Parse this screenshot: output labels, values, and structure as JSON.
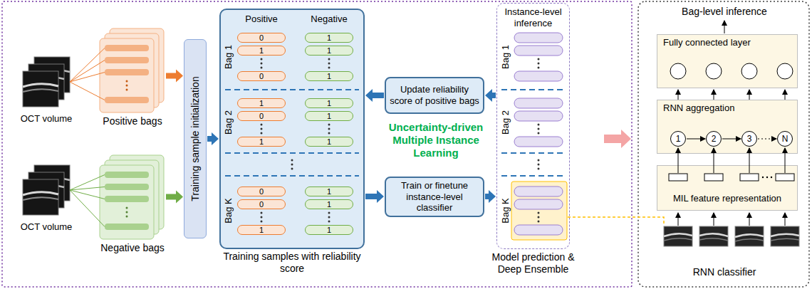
{
  "diagram": {
    "nodes": [
      {
        "text": [
          "Positive bags"
        ]
      },
      {
        "text": [
          "Negative bags"
        ]
      },
      {
        "text": [
          "Training sample initialization"
        ]
      },
      {
        "text": [
          "Training samples with reliability score"
        ]
      },
      {
        "text": [
          "0"
        ],
        "in": 3
      },
      {
        "text": [
          "1"
        ],
        "in": 3
      },
      {
        "text": [
          "0"
        ],
        "in": 3
      },
      {
        "text": [
          "1"
        ],
        "in": 3
      },
      {
        "text": [
          "1"
        ],
        "in": 3
      },
      {
        "text": [
          "1"
        ],
        "in": 3
      },
      {
        "text": [
          "1"
        ],
        "in": 3
      },
      {
        "text": [
          "0"
        ],
        "in": 3
      },
      {
        "text": [
          "1"
        ],
        "in": 3
      },
      {
        "text": [
          "1"
        ],
        "in": 3
      },
      {
        "text": [
          "1"
        ],
        "in": 3
      },
      {
        "text": [
          "1"
        ],
        "in": 3
      },
      {
        "text": [
          "0"
        ],
        "in": 3
      },
      {
        "text": [
          "0"
        ],
        "in": 3
      },
      {
        "text": [
          "1"
        ],
        "in": 3
      },
      {
        "text": [
          "1"
        ],
        "in": 3
      },
      {
        "text": [
          "1"
        ],
        "in": 3
      },
      {
        "text": [
          "1"
        ],
        "in": 3
      },
      {
        "text": [
          "Update reliability score of positive bags"
        ]
      },
      {
        "text": [
          "Train or finetune instance-level classifier"
        ]
      },
      {
        "text": [
          "Instance-level inference",
          "Model prediction & Deep Ensemble"
        ]
      },
      {
        "text": [
          "Fully connected layer"
        ]
      },
      {
        "text": [
          "RNN aggregation"
        ]
      },
      {
        "text": [
          "1"
        ],
        "in": 26
      },
      {
        "text": [
          "2"
        ],
        "in": 26
      },
      {
        "text": [
          "3"
        ],
        "in": 26
      },
      {
        "text": [
          "N"
        ],
        "in": 26
      },
      {
        "text": [
          "MIL feature representation"
        ]
      }
    ],
    "edges": [
      {
        "from": 0,
        "to": 2,
        "arrow": "to"
      },
      {
        "from": 1,
        "to": 2,
        "arrow": "to"
      },
      {
        "from": 2,
        "to": 3,
        "arrow": "to"
      },
      {
        "from": 3,
        "to": 23,
        "arrow": "to"
      },
      {
        "from": 23,
        "to": 24,
        "arrow": "to"
      },
      {
        "from": 24,
        "to": 22,
        "arrow": "to"
      },
      {
        "from": 22,
        "to": 3,
        "arrow": "to"
      },
      {
        "from": 27,
        "to": 28,
        "arrow": "to"
      },
      {
        "from": 28,
        "to": 29,
        "arrow": "to"
      },
      {
        "from": 29,
        "to": 30,
        "arrow": "to"
      }
    ],
    "labels": [
      "OCT volume",
      "OCT volume",
      "Positive",
      "Negative",
      "Bag 1",
      "Bag 2",
      "Bag K",
      "Uncertainty-driven Multiple Instance Learning",
      "Bag 1",
      "Bag 2",
      "Bag K",
      "Bag-level inference",
      "RNN classifier"
    ]
  }
}
